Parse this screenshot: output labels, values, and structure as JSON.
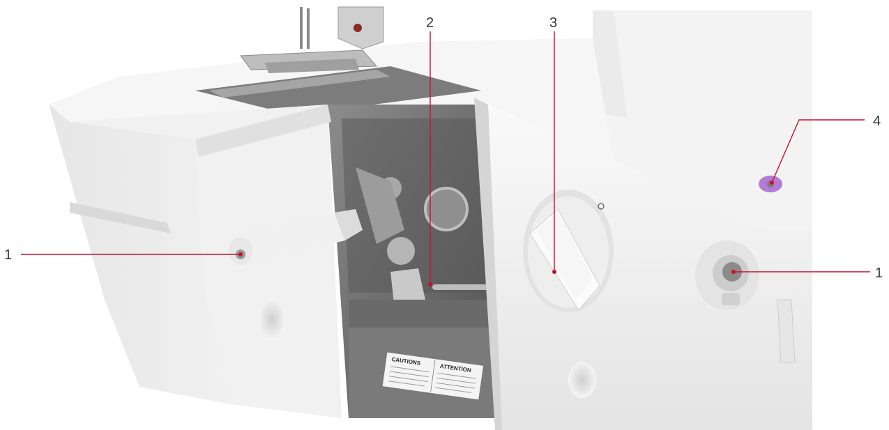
{
  "callouts": [
    {
      "id": "c1-left",
      "label": "1"
    },
    {
      "id": "c2",
      "label": "2"
    },
    {
      "id": "c3",
      "label": "3"
    },
    {
      "id": "c4",
      "label": "4"
    },
    {
      "id": "c1-right",
      "label": "1"
    }
  ],
  "caution_label": {
    "heading_left": "CAUTIONS",
    "heading_right": "ATTENTION"
  },
  "colors": {
    "leader": "#c8102e",
    "body": "#f2f2f2",
    "shadow": "#d6d6d6",
    "metal": "#9a9a9a",
    "accent": "#b47ad6"
  }
}
